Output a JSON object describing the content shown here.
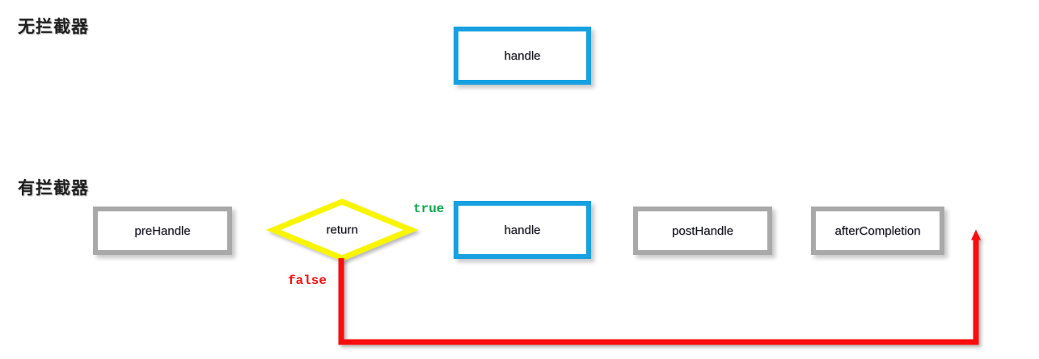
{
  "diagram": {
    "kind": "flowchart",
    "colors": {
      "green": "#10a24d",
      "blue": "#18a1e0",
      "gray": "#a9a9a9",
      "yellow": "#f9f400",
      "red": "#fb0f0f",
      "text": "#13131f",
      "background": "#ffffff"
    },
    "sections": [
      {
        "id": "no-interceptor",
        "title": "无拦截器",
        "nodes": [
          {
            "id": "handle-1",
            "label": "handle",
            "shape": "rect",
            "border": "blue"
          }
        ],
        "edges": [
          {
            "from": "start",
            "to": "handle-1",
            "color": "green",
            "label": ""
          },
          {
            "from": "handle-1",
            "to": "end",
            "color": "green",
            "label": ""
          }
        ]
      },
      {
        "id": "with-interceptor",
        "title": "有拦截器",
        "nodes": [
          {
            "id": "preHandle",
            "label": "preHandle",
            "shape": "rect",
            "border": "gray"
          },
          {
            "id": "return",
            "label": "return",
            "shape": "diamond",
            "border": "yellow"
          },
          {
            "id": "handle-2",
            "label": "handle",
            "shape": "rect",
            "border": "blue"
          },
          {
            "id": "postHandle",
            "label": "postHandle",
            "shape": "rect",
            "border": "gray"
          },
          {
            "id": "afterCompletion",
            "label": "afterCompletion",
            "shape": "rect",
            "border": "gray"
          }
        ],
        "edges": [
          {
            "from": "start",
            "to": "preHandle",
            "color": "green",
            "label": ""
          },
          {
            "from": "preHandle",
            "to": "return",
            "color": "green",
            "label": ""
          },
          {
            "from": "return",
            "to": "handle-2",
            "color": "green",
            "label": "true"
          },
          {
            "from": "handle-2",
            "to": "postHandle",
            "color": "green",
            "label": ""
          },
          {
            "from": "postHandle",
            "to": "afterCompletion",
            "color": "green",
            "label": ""
          },
          {
            "from": "afterCompletion",
            "to": "end",
            "color": "green",
            "label": ""
          },
          {
            "from": "return",
            "to": "exit",
            "color": "red",
            "label": "false"
          }
        ],
        "labels": {
          "true": "true",
          "false": "false"
        }
      }
    ]
  }
}
